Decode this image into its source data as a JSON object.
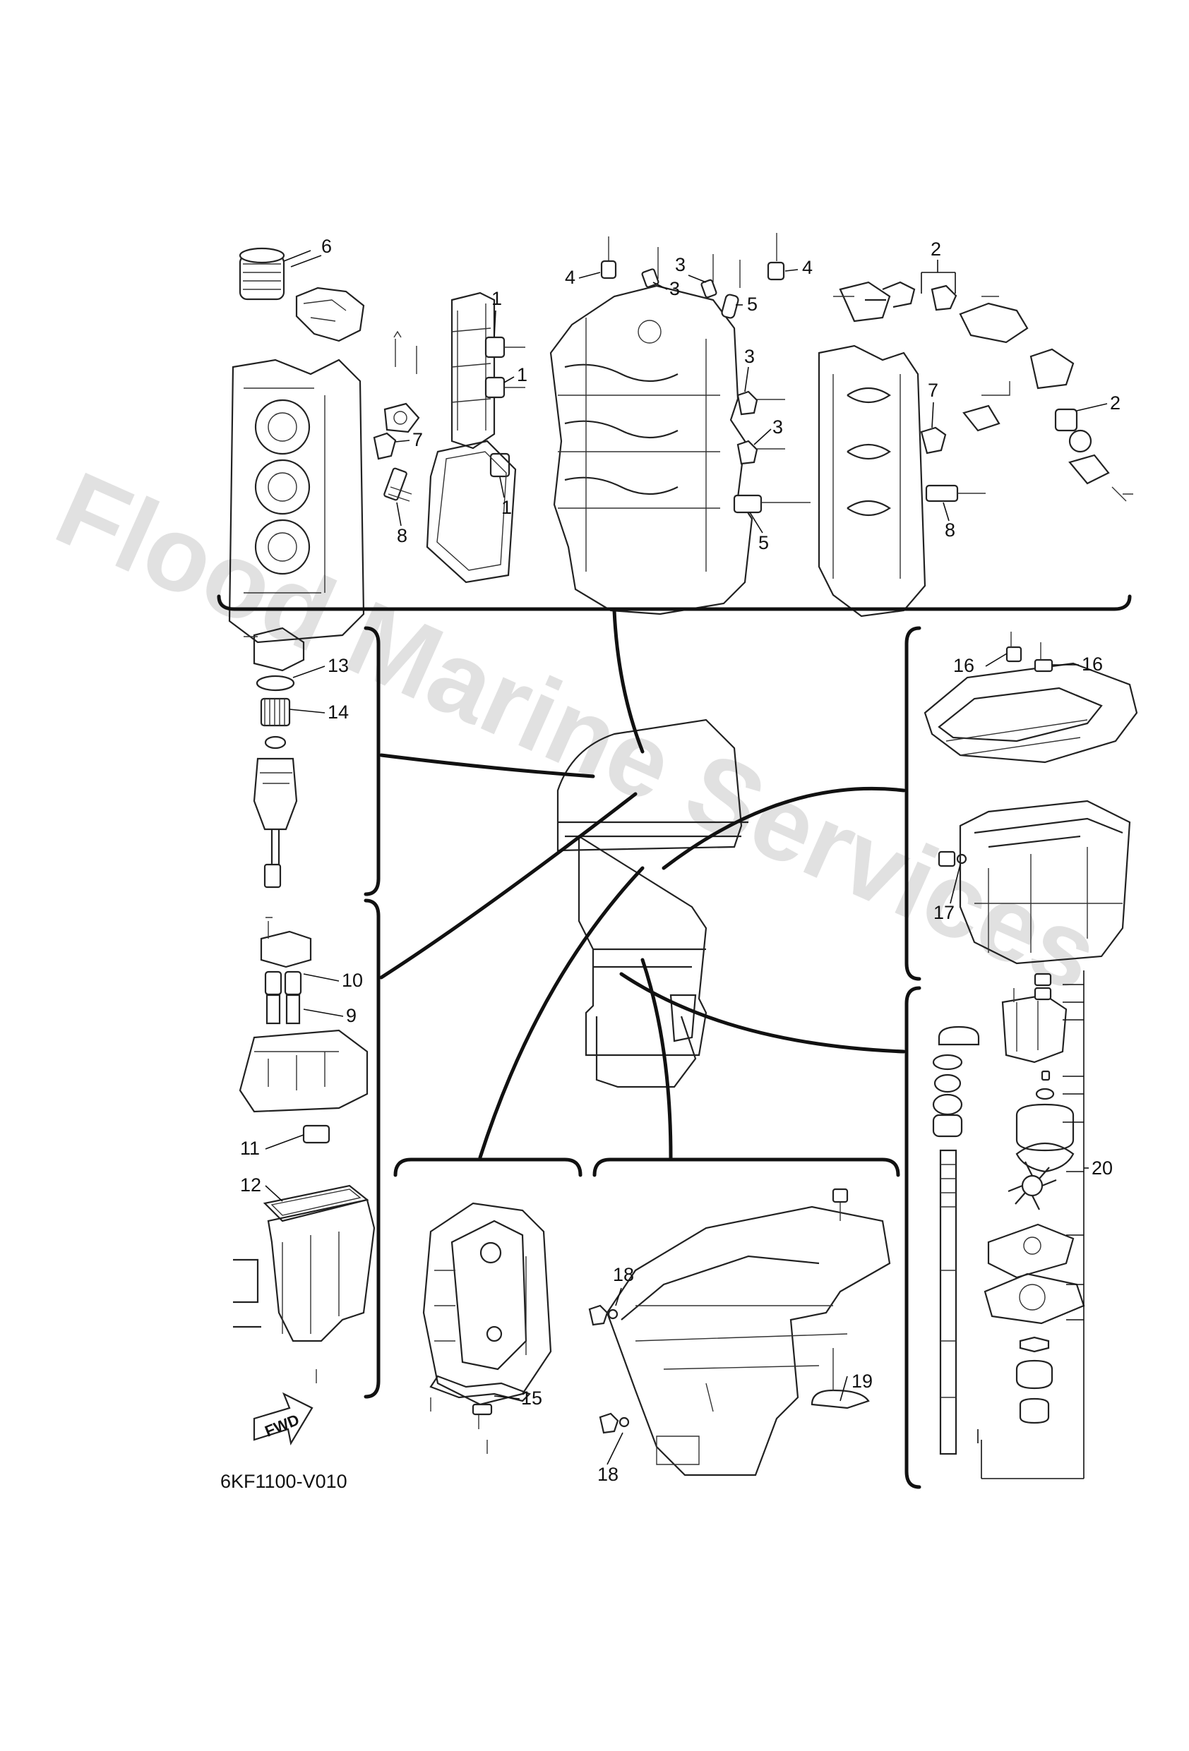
{
  "watermark": "Flood Marine Services",
  "diagram_code": "6KF1100-V010",
  "fwd_label": "FWD",
  "callouts": [
    {
      "id": "c6",
      "text": "6"
    },
    {
      "id": "c4a",
      "text": "4"
    },
    {
      "id": "c4b",
      "text": "4"
    },
    {
      "id": "c3a",
      "text": "3"
    },
    {
      "id": "c3b",
      "text": "3"
    },
    {
      "id": "c3c",
      "text": "3"
    },
    {
      "id": "c3d",
      "text": "3"
    },
    {
      "id": "c5a",
      "text": "5"
    },
    {
      "id": "c5b",
      "text": "5"
    },
    {
      "id": "c2a",
      "text": "2"
    },
    {
      "id": "c2b",
      "text": "2"
    },
    {
      "id": "c1a",
      "text": "1"
    },
    {
      "id": "c1b",
      "text": "1"
    },
    {
      "id": "c1c",
      "text": "1"
    },
    {
      "id": "c7a",
      "text": "7"
    },
    {
      "id": "c7b",
      "text": "7"
    },
    {
      "id": "c8a",
      "text": "8"
    },
    {
      "id": "c8b",
      "text": "8"
    },
    {
      "id": "c13",
      "text": "13"
    },
    {
      "id": "c14",
      "text": "14"
    },
    {
      "id": "c10",
      "text": "10"
    },
    {
      "id": "c9",
      "text": "9"
    },
    {
      "id": "c11",
      "text": "11"
    },
    {
      "id": "c12",
      "text": "12"
    },
    {
      "id": "c16a",
      "text": "16"
    },
    {
      "id": "c16b",
      "text": "16"
    },
    {
      "id": "c17",
      "text": "17"
    },
    {
      "id": "c20",
      "text": "20"
    },
    {
      "id": "c18a",
      "text": "18"
    },
    {
      "id": "c18b",
      "text": "18"
    },
    {
      "id": "c19",
      "text": "19"
    },
    {
      "id": "c15",
      "text": "15"
    }
  ]
}
